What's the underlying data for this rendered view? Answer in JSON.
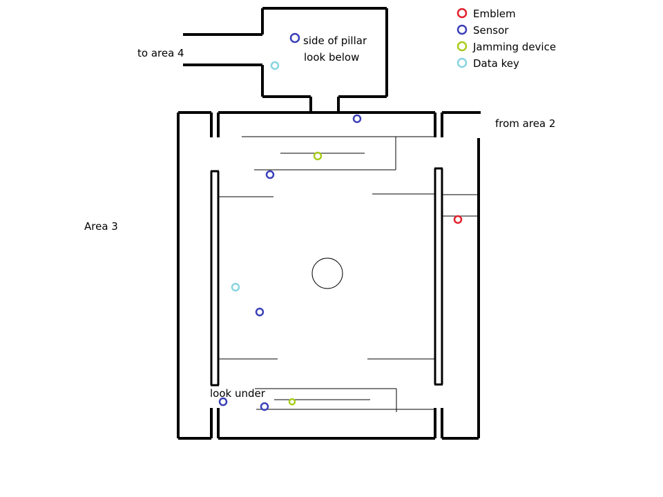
{
  "legend": {
    "items": [
      {
        "label": "Emblem",
        "color": "#e0202a"
      },
      {
        "label": "Sensor",
        "color": "#3a3fb8"
      },
      {
        "label": "Jamming device",
        "color": "#a8cc1c"
      },
      {
        "label": "Data key",
        "color": "#88d4e0"
      }
    ]
  },
  "labels": {
    "area_name": "Area 3",
    "to_area_4": "to area 4",
    "from_area_2": "from area 2",
    "pillar_note_line1": "side of pillar",
    "pillar_note_line2": "look below",
    "look_under": "look under"
  },
  "markers": {
    "colors": {
      "emblem": "#e0202a",
      "sensor": "#3a3fb8",
      "jamming_device": "#a8cc1c",
      "data_key": "#88d4e0"
    }
  }
}
